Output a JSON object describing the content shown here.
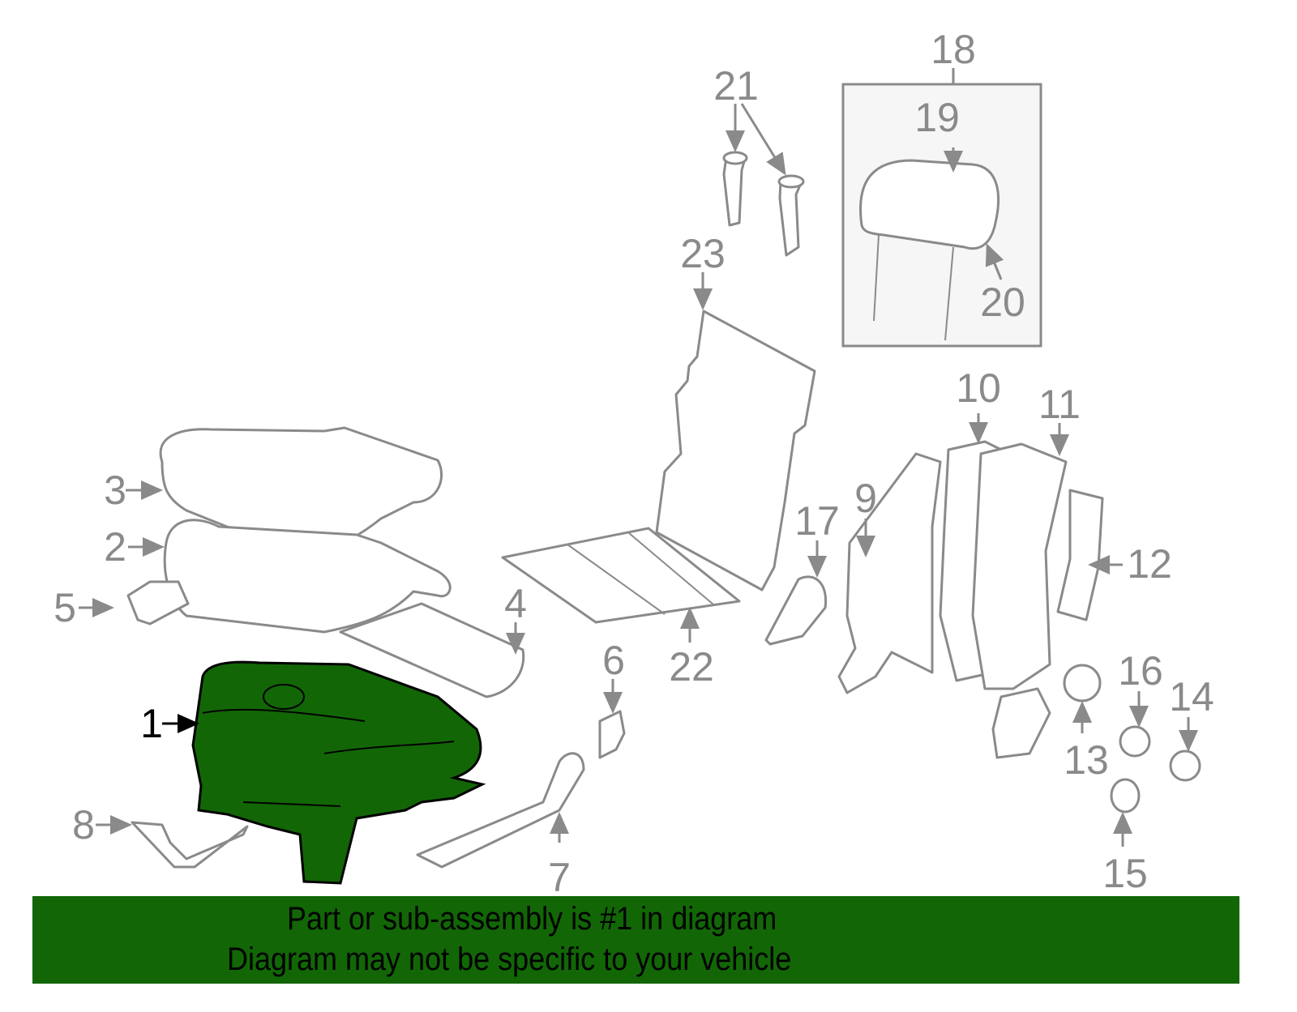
{
  "diagram": {
    "highlight_color": "#126606",
    "highlighted_part": "1",
    "callouts": [
      "1",
      "2",
      "3",
      "4",
      "5",
      "6",
      "7",
      "8",
      "9",
      "10",
      "11",
      "12",
      "13",
      "14",
      "15",
      "16",
      "17",
      "18",
      "19",
      "20",
      "21",
      "22",
      "23"
    ]
  },
  "banner": {
    "line1": "Part or sub-assembly is #1 in diagram",
    "line2": "Diagram may not be specific to your vehicle"
  }
}
